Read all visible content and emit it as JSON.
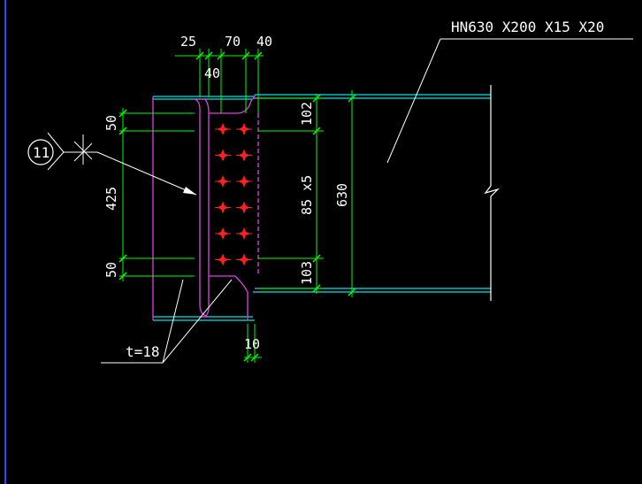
{
  "colors": {
    "background": "#000000",
    "viewport_border": "#3344ff",
    "beam": "#00e5e5",
    "plate": "#e040e0",
    "dimension": "#00ff00",
    "leader": "#ffffff",
    "bolt": "#ff2020"
  },
  "labels": {
    "section": "HN630 X200 X15 X20",
    "thickness": "t=18",
    "detail_number": "11"
  },
  "dimensions": {
    "top_25": "25",
    "top_70": "70",
    "top_40": "40",
    "top_40b": "40",
    "left_50_top": "50",
    "left_425": "425",
    "left_50_bottom": "50",
    "right_102": "102",
    "right_85x5": "85 x5",
    "right_103": "103",
    "right_630": "630",
    "bottom_10": "10"
  },
  "bolts": {
    "rows": 6,
    "cols": 2
  }
}
